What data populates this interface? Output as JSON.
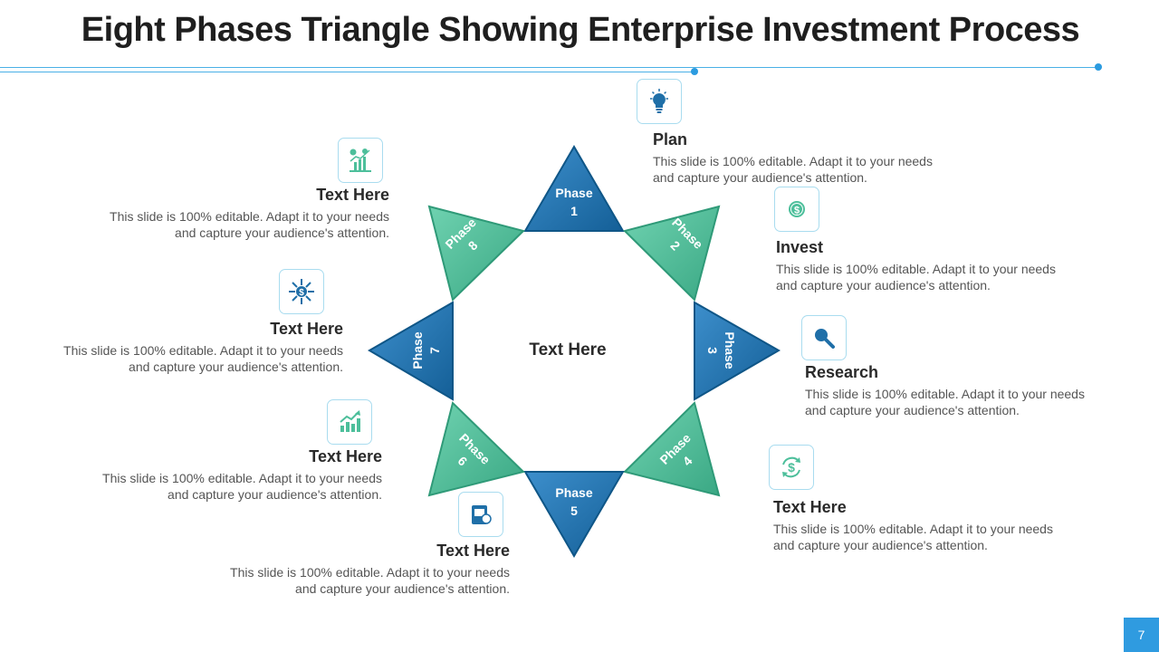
{
  "title": "Eight Phases Triangle Showing Enterprise Investment Process",
  "center_label": "Text Here",
  "phases": [
    {
      "word": "Phase",
      "num": "1"
    },
    {
      "word": "Phase",
      "num": "2"
    },
    {
      "word": "Phase",
      "num": "3"
    },
    {
      "word": "Phase",
      "num": "4"
    },
    {
      "word": "Phase",
      "num": "5"
    },
    {
      "word": "Phase",
      "num": "6"
    },
    {
      "word": "Phase",
      "num": "7"
    },
    {
      "word": "Phase",
      "num": "8"
    }
  ],
  "cards": {
    "plan": {
      "title": "Plan",
      "body": "This slide is 100% editable. Adapt it to your needs and capture your audience's attention."
    },
    "invest": {
      "title": "Invest",
      "body": "This slide is 100% editable. Adapt it to your needs and capture your audience's attention."
    },
    "research": {
      "title": "Research",
      "body": "This slide is 100% editable. Adapt it to your needs and capture your audience's attention."
    },
    "right_bottom": {
      "title": "Text Here",
      "body": "This slide is 100% editable. Adapt it to your needs and capture your audience's attention."
    },
    "bottom_center": {
      "title": "Text Here",
      "body": "This slide is 100% editable. Adapt it to your needs and capture your audience's attention."
    },
    "left_lower": {
      "title": "Text Here",
      "body": "This slide is 100% editable. Adapt it to your needs and capture your audience's attention."
    },
    "left_middle": {
      "title": "Text Here",
      "body": "This slide is 100% editable. Adapt it to your needs and capture your audience's attention."
    },
    "left_top": {
      "title": "Text Here",
      "body": "This slide is 100% editable. Adapt it to your needs and capture your audience's attention."
    }
  },
  "icons": {
    "plan": "lightbulb-icon",
    "invest": "dollar-coin-icon",
    "research": "magnifier-icon",
    "right_bottom": "dollar-cycle-icon",
    "bottom_center": "money-wallet-icon",
    "left_lower": "growth-chart-icon",
    "left_middle": "dollar-network-icon",
    "left_top": "investment-chart-icon"
  },
  "colors": {
    "blue_phase": "#1f6fa8",
    "green_phase": "#4dbf9b",
    "accent": "#2f9be0",
    "title_text": "#1f1f1f",
    "body_text": "#555555"
  },
  "page_number": "7"
}
